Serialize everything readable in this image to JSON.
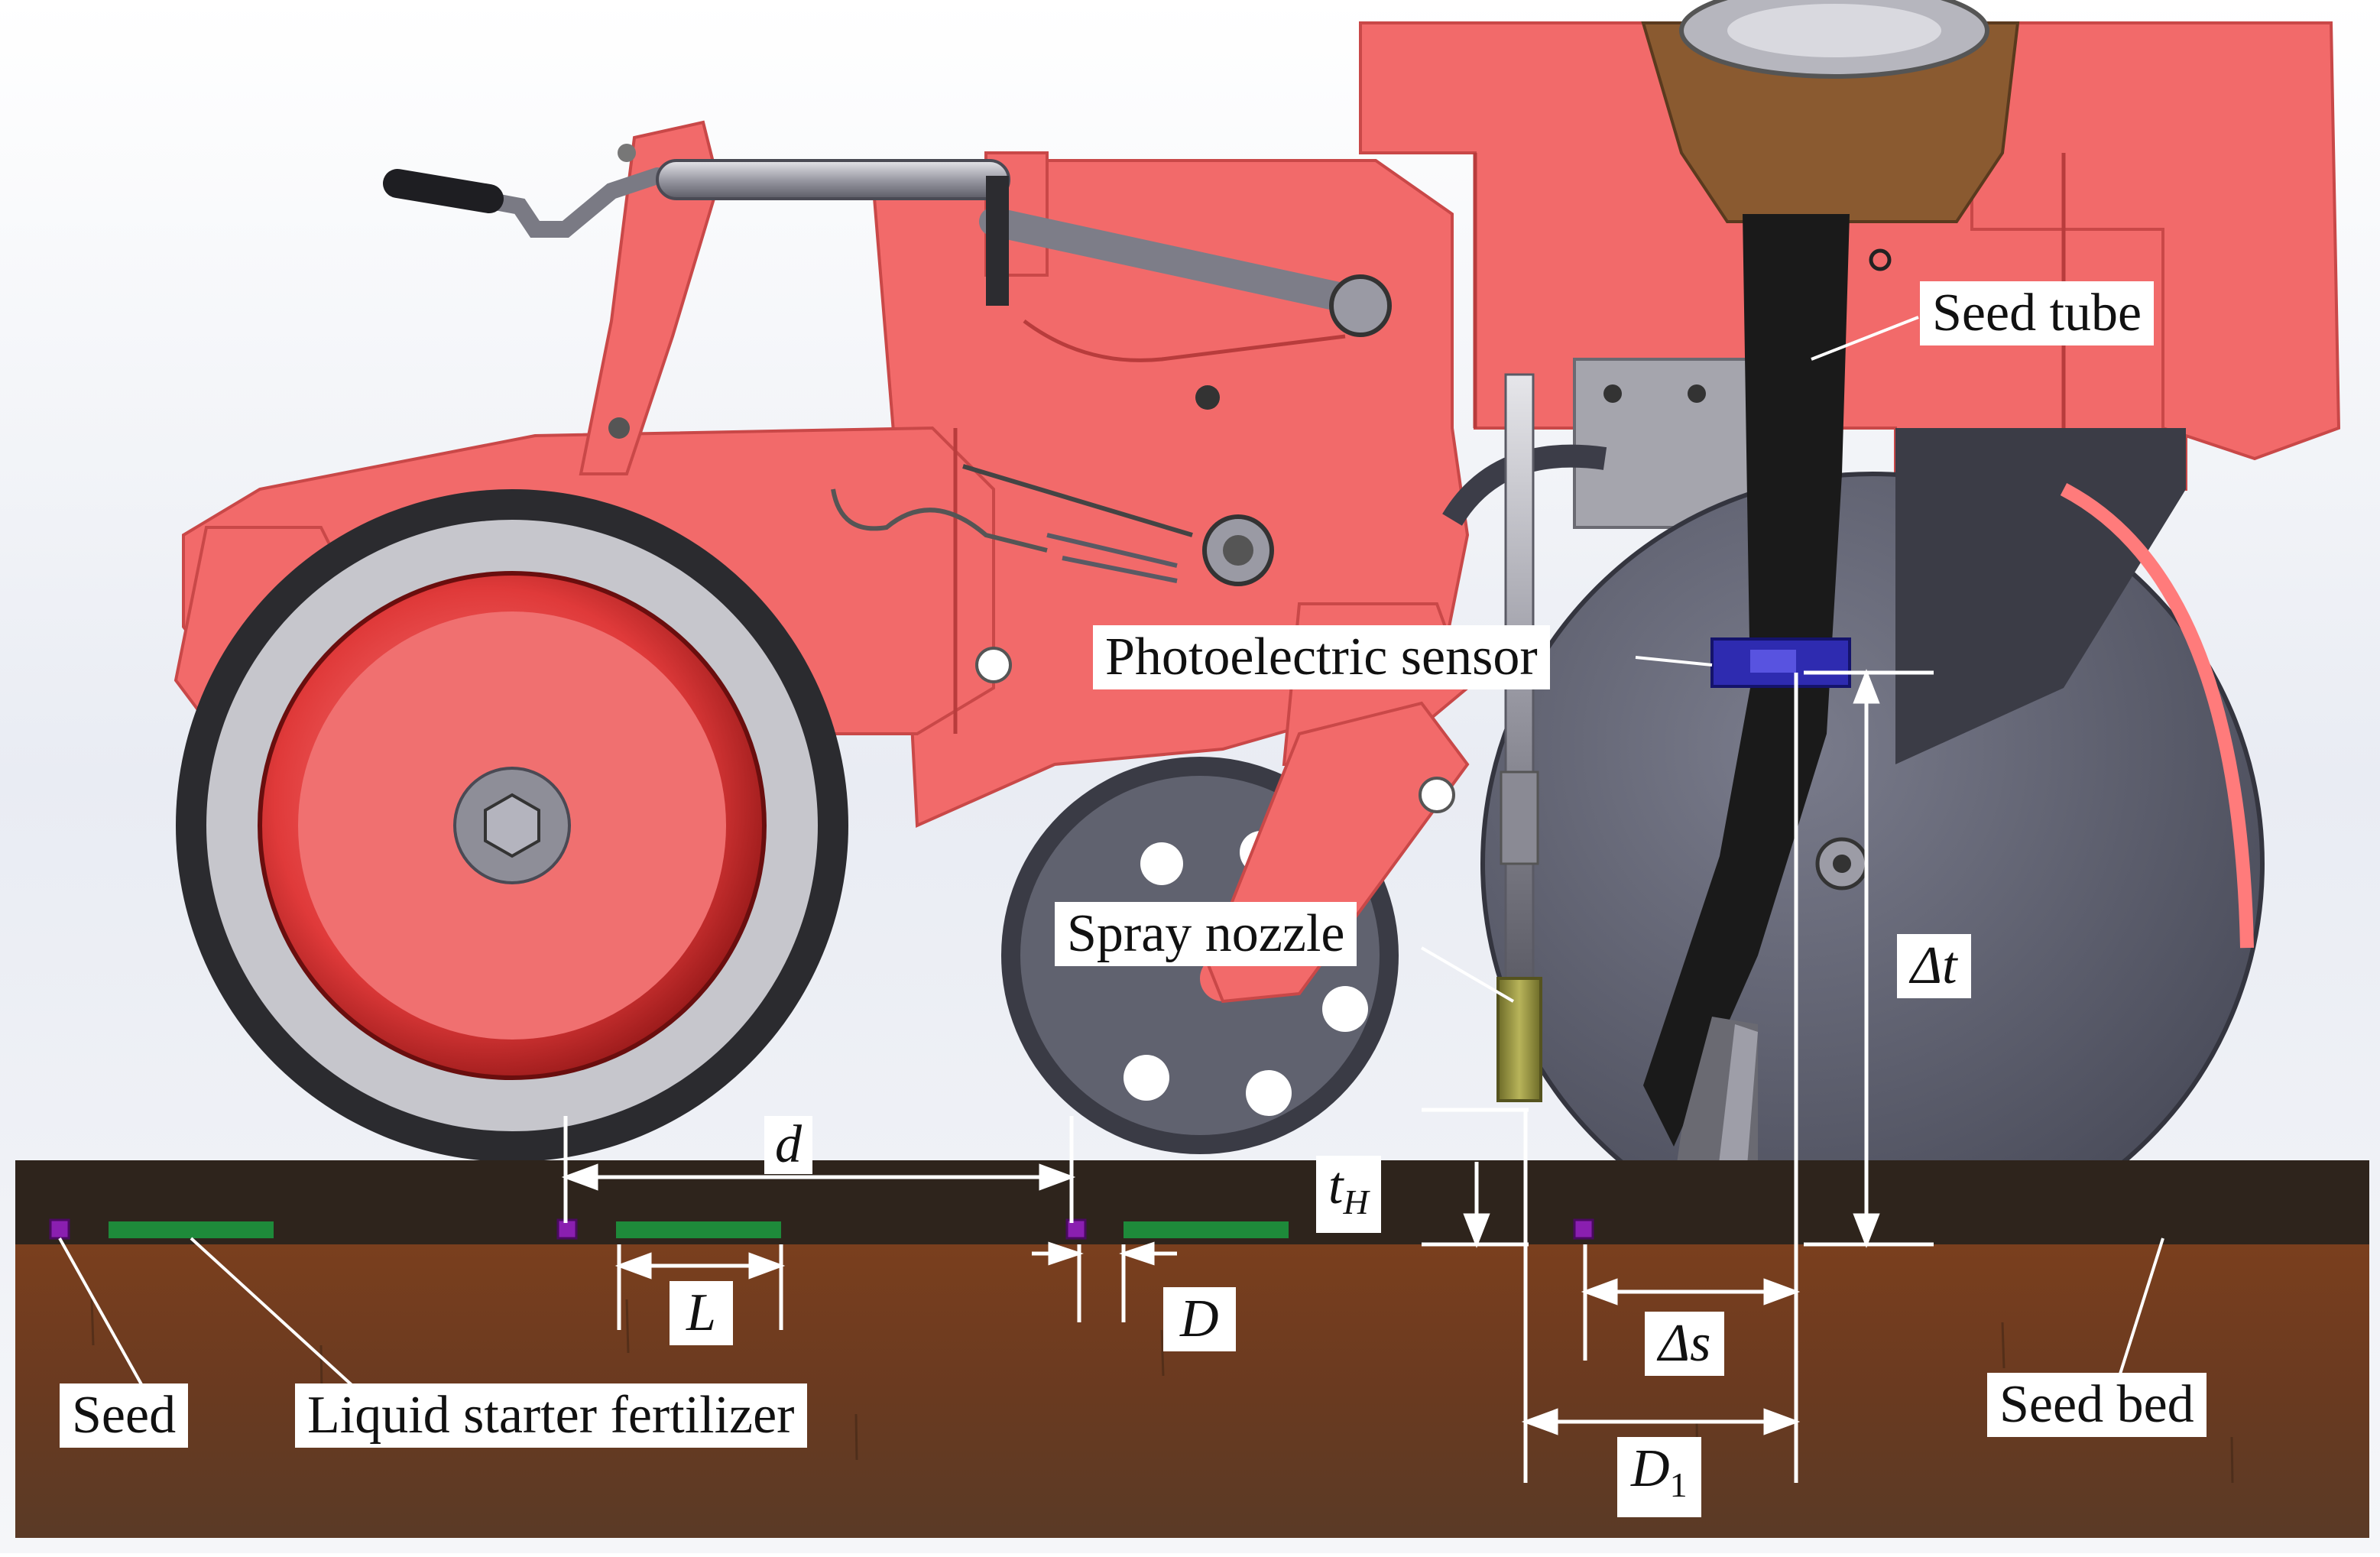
{
  "labels": {
    "seed_tube": "Seed tube",
    "photoelectric_sensor": "Photoelectric sensor",
    "spray_nozzle": "Spray nozzle",
    "seed": "Seed",
    "liquid_starter_fertilizer": "Liquid starter fertilizer",
    "seed_bed": "Seed bed"
  },
  "symbols": {
    "d": "d",
    "L": "L",
    "D": "D",
    "t_H_base": "t",
    "t_H_sub": "H",
    "delta_t": "Δt",
    "delta_s": "Δs",
    "D1_base": "D",
    "D1_sub": "1"
  },
  "colors": {
    "frame_red": "#F26A6A",
    "frame_red_dark": "#D94A4A",
    "wheel_tire": "#2B2B2F",
    "disc_gray": "#5E6070",
    "seed_tube_black": "#1A1A1A",
    "sensor_blue": "#2E2BB0",
    "seed_purple": "#8A1FB0",
    "fertilizer_green": "#1E8A3A",
    "soil_top": "#2E241C",
    "soil_bed": "#6B3A1E",
    "nozzle_olive": "#8C8A3A"
  }
}
